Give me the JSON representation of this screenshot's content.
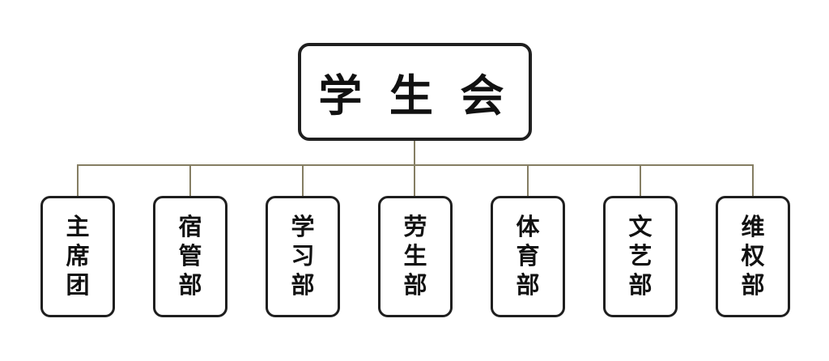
{
  "org_chart": {
    "root": {
      "label": "学生会"
    },
    "departments": [
      {
        "label": "主席团"
      },
      {
        "label": "宿管部"
      },
      {
        "label": "学习部"
      },
      {
        "label": "劳生部"
      },
      {
        "label": "体育部"
      },
      {
        "label": "文艺部"
      },
      {
        "label": "维权部"
      }
    ],
    "colors": {
      "box_border": "#1f1f1f",
      "box_fill": "#ffffff",
      "connector_line": "#857e63",
      "text": "#111111",
      "background": "#ffffff"
    }
  }
}
